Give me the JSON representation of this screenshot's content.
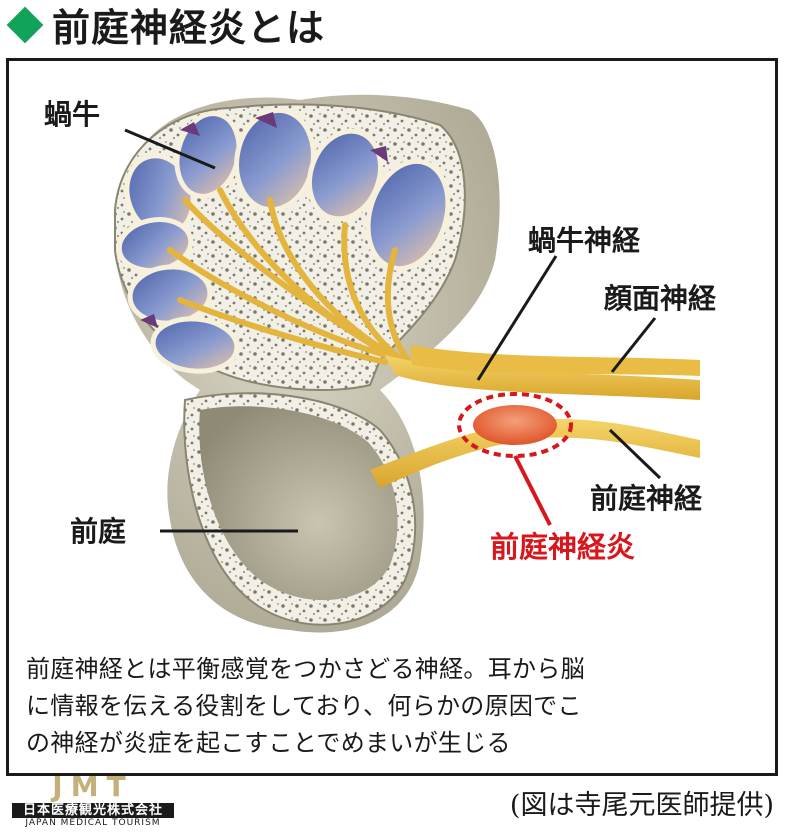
{
  "header": {
    "title": "前庭神経炎とは",
    "icon": "green-diamond-icon",
    "accent_color": "#12a35a"
  },
  "diagram": {
    "labels": {
      "cochlea": "蝸牛",
      "cochlear_nerve": "蝸牛神経",
      "facial_nerve": "顔面神経",
      "vestibular_nerve": "前庭神経",
      "vestibular_neuritis": "前庭神経炎",
      "vestibule": "前庭"
    },
    "highlight_color": "#d8161c"
  },
  "description": {
    "line1": "前庭神経とは平衡感覚をつかさどる神経。耳から脳",
    "line2": "に情報を伝える役割をしており、何らかの原因でこ",
    "line3": "の神経が炎症を起こすことでめまいが生じる"
  },
  "logo": {
    "mark": "JMT",
    "name": "日本医療観光株式会社",
    "sub": "JAPAN MEDICAL TOURISM"
  },
  "credit": "(図は寺尾元医師提供)"
}
